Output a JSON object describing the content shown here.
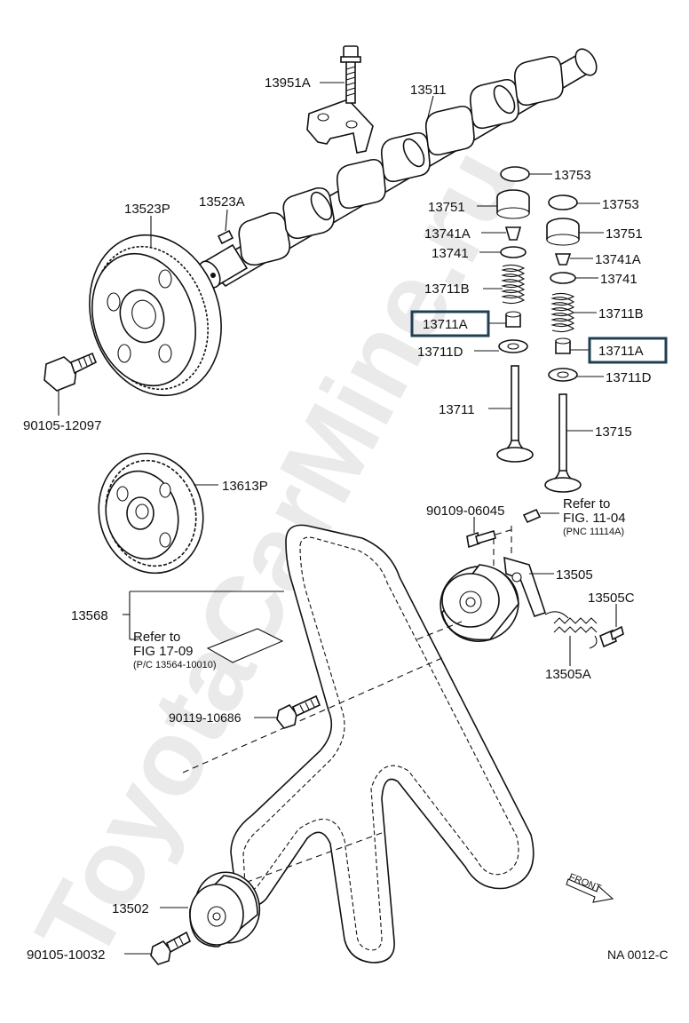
{
  "diagram": {
    "watermark": "ToyotaCarMine.ru",
    "figure_code": "NA 0012-C",
    "front_label": "FRONT",
    "parts": [
      {
        "id": "13951A"
      },
      {
        "id": "13511"
      },
      {
        "id": "13523P"
      },
      {
        "id": "13523A"
      },
      {
        "id": "13753"
      },
      {
        "id": "13751"
      },
      {
        "id": "13741A"
      },
      {
        "id": "13741"
      },
      {
        "id": "13711B"
      },
      {
        "id": "13711A"
      },
      {
        "id": "13711D"
      },
      {
        "id": "13711"
      },
      {
        "id": "13715"
      },
      {
        "id": "90105-12097"
      },
      {
        "id": "13613P"
      },
      {
        "id": "90109-06045"
      },
      {
        "id": "13505"
      },
      {
        "id": "13505C"
      },
      {
        "id": "13505A"
      },
      {
        "id": "13568"
      },
      {
        "id": "90119-10686"
      },
      {
        "id": "13502"
      },
      {
        "id": "90105-10032"
      }
    ],
    "labels": {
      "l13951A": "13951A",
      "l13511": "13511",
      "l13523P": "13523P",
      "l13523A": "13523A",
      "l13753a": "13753",
      "l13751a": "13751",
      "l13753b": "13753",
      "l13741Aa": "13741A",
      "l13751b": "13751",
      "l13741a": "13741",
      "l13741Ab": "13741A",
      "l13711Ba": "13711B",
      "l13741b": "13741",
      "l13711Aa": "13711A",
      "l13711Bb": "13711B",
      "l13711Da": "13711D",
      "l13711Ab": "13711A",
      "l13711Db": "13711D",
      "l13711": "13711",
      "l13715": "13715",
      "l90105_12097": "90105-12097",
      "l13613P": "13613P",
      "l90109_06045": "90109-06045",
      "l13505": "13505",
      "l13505C": "13505C",
      "l13505A": "13505A",
      "l13568": "13568",
      "l90119_10686": "90119-10686",
      "l13502": "13502",
      "l90105_10032": "90105-10032"
    },
    "refs": {
      "fig1104": {
        "line1": "Refer to",
        "line2": "FIG. 11-04",
        "line3": "(PNC 11114A)"
      },
      "fig1709": {
        "line1": "Refer to",
        "line2": "FIG 17-09",
        "line3": "(P/C 13564-10010)"
      }
    }
  }
}
